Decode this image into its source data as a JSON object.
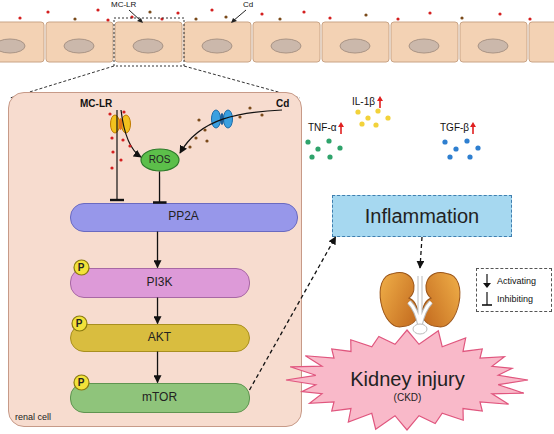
{
  "diagram": {
    "nodes": [
      {
        "text": [
          "renal cell"
        ]
      },
      {
        "text": [
          "ROS"
        ],
        "in": 0
      },
      {
        "text": [
          "PP2A"
        ],
        "in": 0
      },
      {
        "text": [
          "P"
        ],
        "in": 0
      },
      {
        "text": [
          "PI3K"
        ],
        "in": 0
      },
      {
        "text": [
          "P"
        ],
        "in": 0
      },
      {
        "text": [
          "AKT"
        ],
        "in": 0
      },
      {
        "text": [
          "P"
        ],
        "in": 0
      },
      {
        "text": [
          "mTOR"
        ],
        "in": 0
      },
      {
        "text": [
          "Inflammation"
        ]
      },
      {
        "text": [
          "Kidney injury",
          "(CKD)"
        ]
      }
    ],
    "edges": [
      {
        "from": 1,
        "to": 2,
        "arrow": "to"
      },
      {
        "from": 2,
        "to": 4,
        "arrow": "to"
      },
      {
        "from": 4,
        "to": 6,
        "arrow": "to"
      },
      {
        "from": 6,
        "to": 8,
        "arrow": "to"
      },
      {
        "from": 8,
        "to": 9,
        "arrow": "to"
      },
      {
        "from": 9,
        "to": 10,
        "arrow": "to"
      }
    ],
    "labels": [
      "MC-LR",
      "Cd",
      "MC-LR",
      "Cd",
      "IL-1β",
      "TNF-α",
      "TGF-β"
    ],
    "legend": [
      {
        "text": "Activating"
      },
      {
        "text": "Inhibiting"
      }
    ]
  }
}
